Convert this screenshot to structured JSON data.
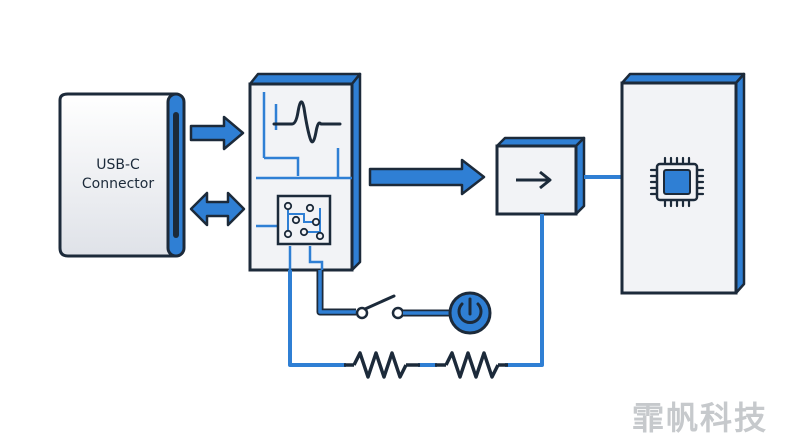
{
  "diagram": {
    "connector": {
      "line1": "USB-C",
      "line2": "Connector"
    },
    "watermark": "霏帆科技"
  },
  "colors": {
    "outline": "#1c2a3a",
    "accent": "#2f7fd4",
    "panel": "#f2f3f6"
  },
  "icons": [
    "waveform-icon",
    "switch-matrix-icon",
    "arrow-right-icon",
    "bidirectional-arrow-icon",
    "chip-icon",
    "power-icon",
    "resistor-icon",
    "switch-icon"
  ]
}
